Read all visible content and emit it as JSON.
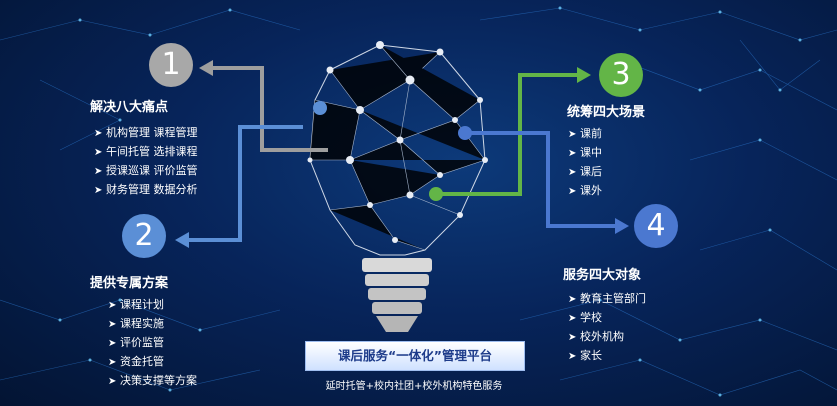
{
  "sections": [
    {
      "number": "1",
      "title": "解决八大痛点",
      "items": [
        "机构管理  课程管理",
        "午间托管  选排课程",
        "授课巡课  评价监管",
        "财务管理  数据分析"
      ]
    },
    {
      "number": "2",
      "title": "提供专属方案",
      "items": [
        "课程计划",
        "课程实施",
        "评价监管",
        "资金托管",
        "决策支撑等方案"
      ]
    },
    {
      "number": "3",
      "title": "统筹四大场景",
      "items": [
        "课前",
        "课中",
        "课后",
        "课外"
      ]
    },
    {
      "number": "4",
      "title": "服务四大对象",
      "items": [
        "教育主管部门",
        "学校",
        "校外机构",
        "家长"
      ]
    }
  ],
  "platform": {
    "title": "课后服务“一体化”管理平台",
    "subtitle": "延时托管+校内社团+校外机构特色服务"
  },
  "colors": {
    "gray": "#a8a8a8",
    "light_blue": "#5b8fd6",
    "green": "#63b547",
    "blue": "#4b78d0"
  },
  "chevron": "➤"
}
